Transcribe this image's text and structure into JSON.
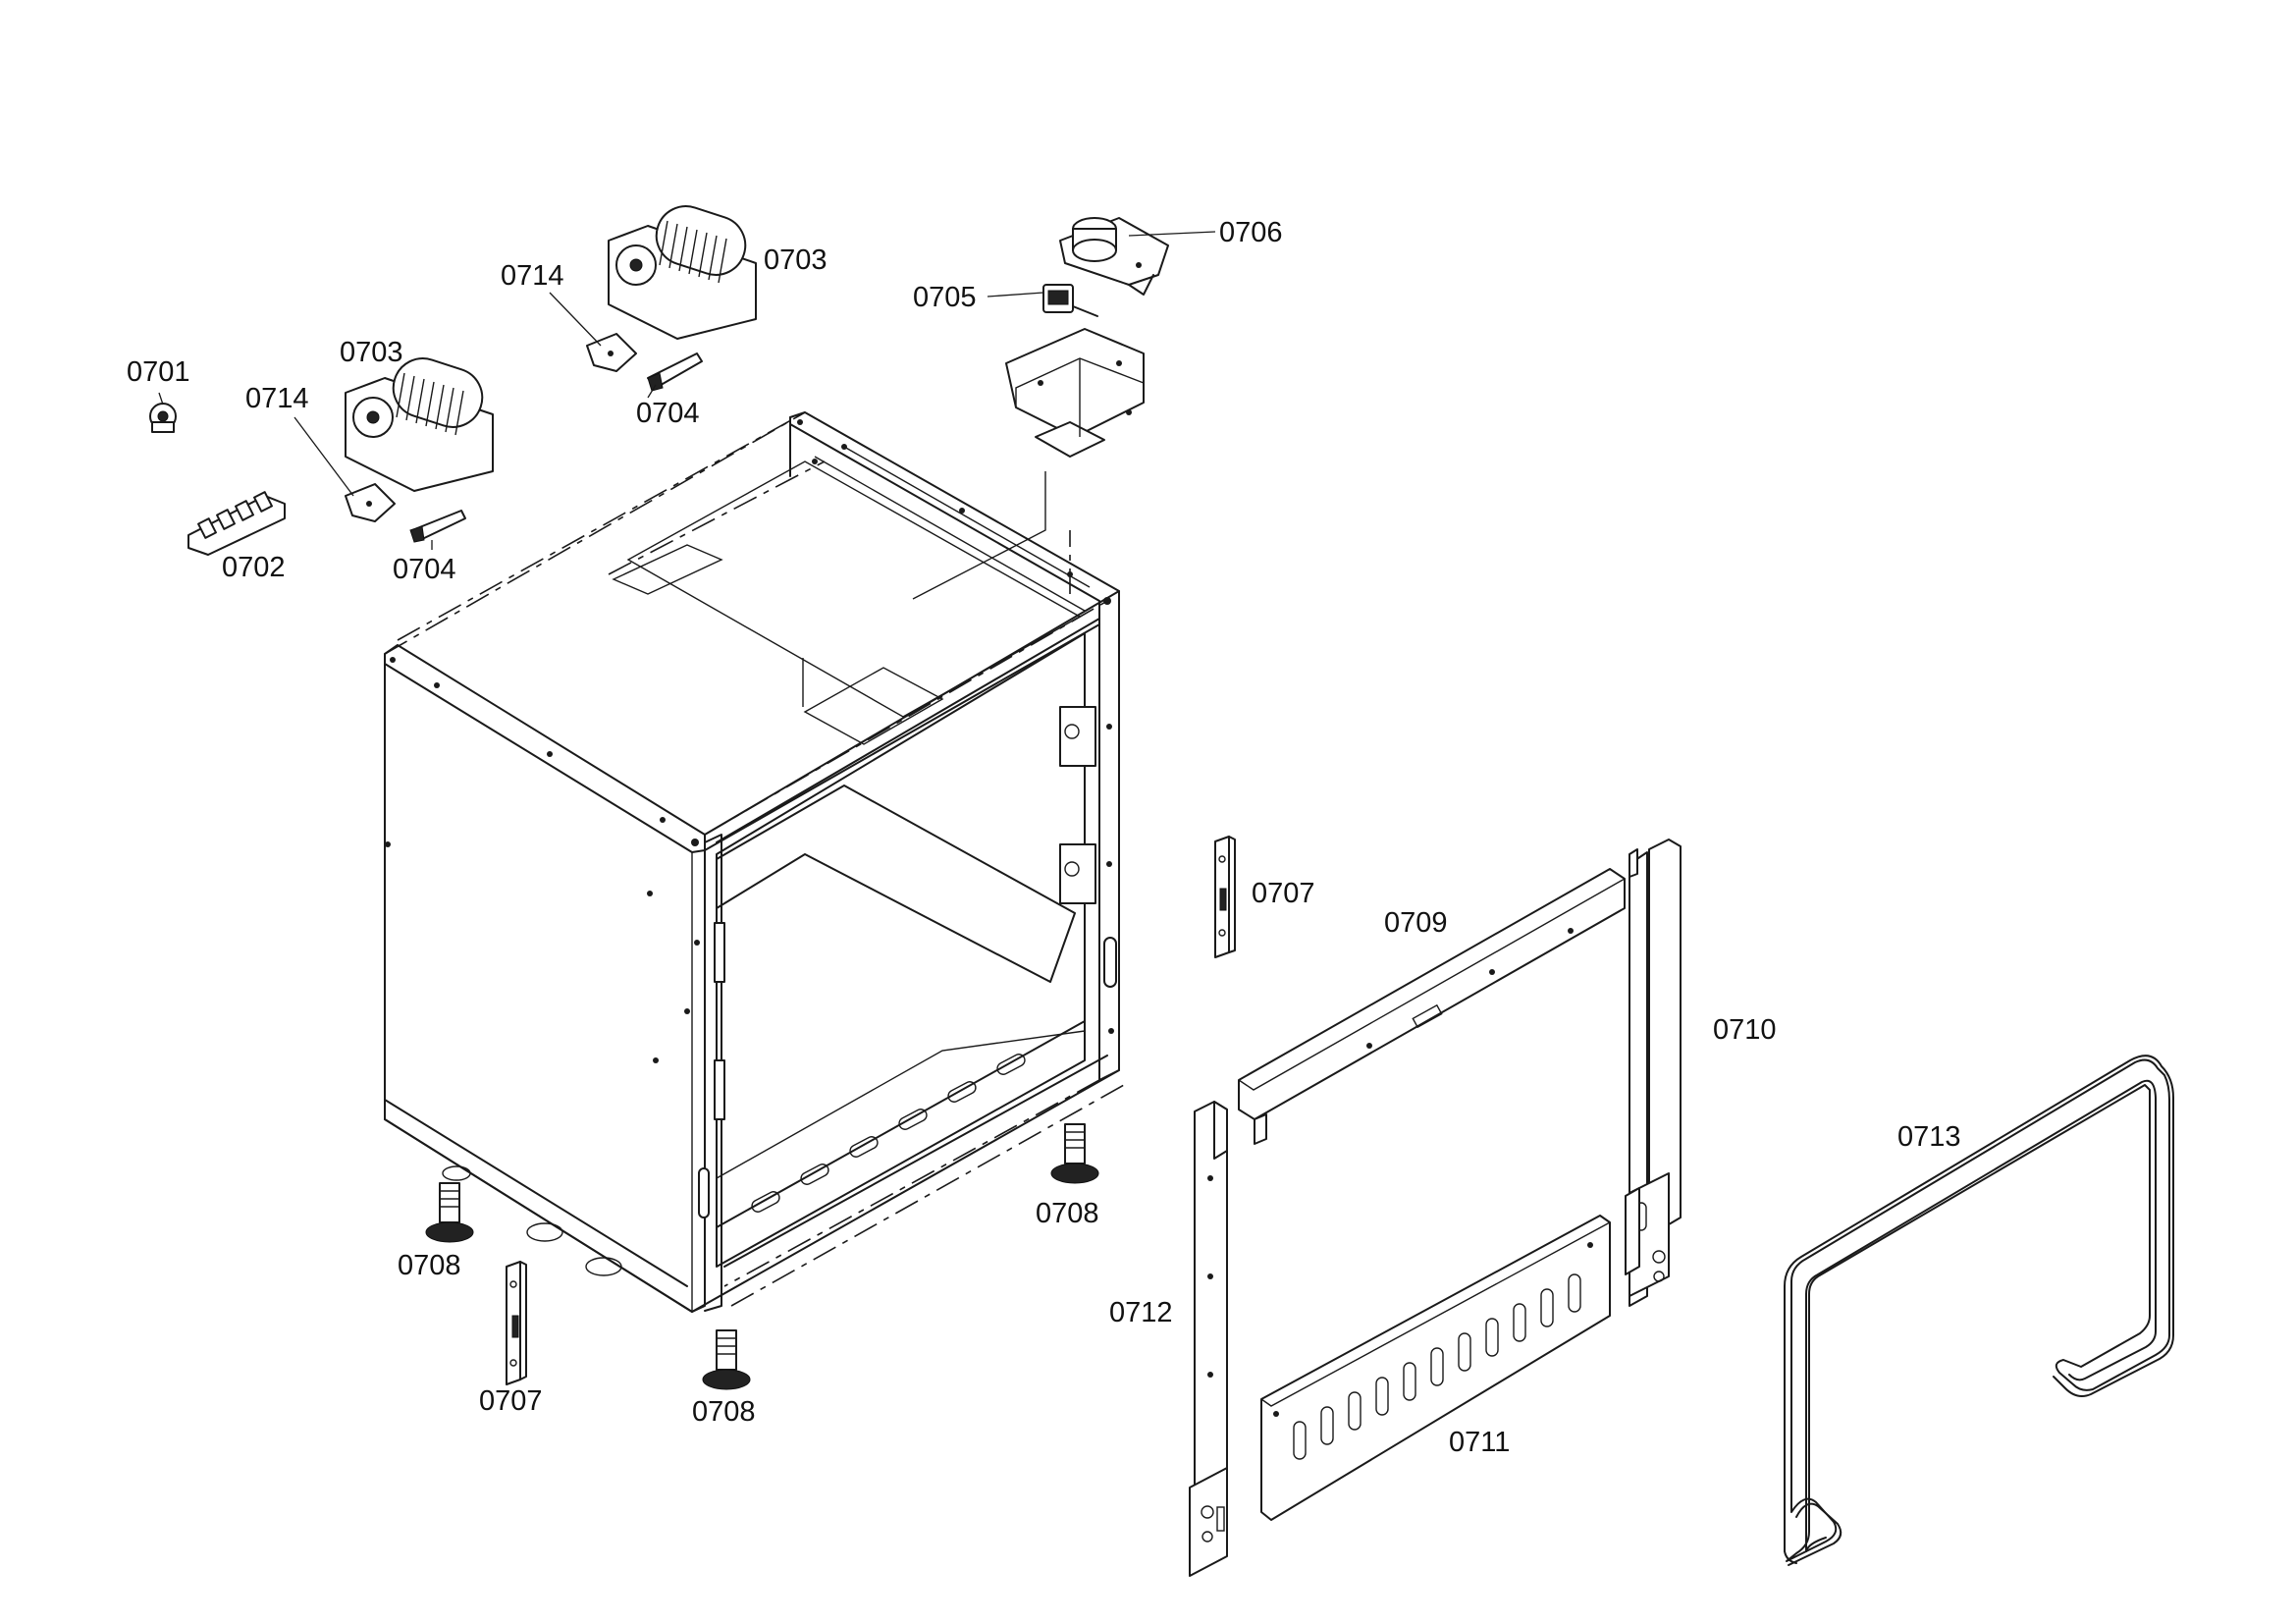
{
  "diagram": {
    "labels": [
      {
        "id": "0701",
        "text": "0701"
      },
      {
        "id": "0702",
        "text": "0702"
      },
      {
        "id": "0703a",
        "text": "0703"
      },
      {
        "id": "0703b",
        "text": "0703"
      },
      {
        "id": "0704a",
        "text": "0704"
      },
      {
        "id": "0704b",
        "text": "0704"
      },
      {
        "id": "0705",
        "text": "0705"
      },
      {
        "id": "0706",
        "text": "0706"
      },
      {
        "id": "0707a",
        "text": "0707"
      },
      {
        "id": "0707b",
        "text": "0707"
      },
      {
        "id": "0708a",
        "text": "0708"
      },
      {
        "id": "0708b",
        "text": "0708"
      },
      {
        "id": "0708c",
        "text": "0708"
      },
      {
        "id": "0709",
        "text": "0709"
      },
      {
        "id": "0710",
        "text": "0710"
      },
      {
        "id": "0711",
        "text": "0711"
      },
      {
        "id": "0712",
        "text": "0712"
      },
      {
        "id": "0713",
        "text": "0713"
      },
      {
        "id": "0714a",
        "text": "0714"
      },
      {
        "id": "0714b",
        "text": "0714"
      }
    ]
  }
}
